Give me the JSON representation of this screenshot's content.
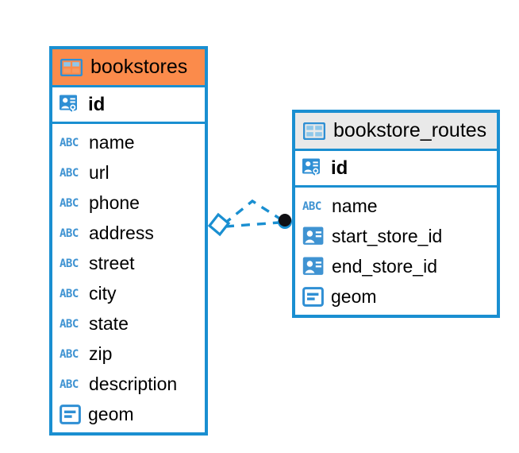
{
  "diagram": {
    "type": "entity-relationship-diagram",
    "background": "#ffffff",
    "accent_color": "#1a8fd1",
    "entities": [
      {
        "name": "bookstores",
        "header_color": "#fb8b4b",
        "header_icon": "table-icon",
        "primary_key": {
          "label": "id",
          "icon": "primary-key-icon"
        },
        "fields": [
          {
            "label": "name",
            "icon": "abc-text-icon"
          },
          {
            "label": "url",
            "icon": "abc-text-icon"
          },
          {
            "label": "phone",
            "icon": "abc-text-icon"
          },
          {
            "label": "address",
            "icon": "abc-text-icon"
          },
          {
            "label": "street",
            "icon": "abc-text-icon"
          },
          {
            "label": "city",
            "icon": "abc-text-icon"
          },
          {
            "label": "state",
            "icon": "abc-text-icon"
          },
          {
            "label": "zip",
            "icon": "abc-text-icon"
          },
          {
            "label": "description",
            "icon": "abc-text-icon"
          },
          {
            "label": "geom",
            "icon": "geometry-icon"
          }
        ]
      },
      {
        "name": "bookstore_routes",
        "header_color": "#e9e9e9",
        "header_icon": "table-icon",
        "primary_key": {
          "label": "id",
          "icon": "primary-key-icon"
        },
        "fields": [
          {
            "label": "name",
            "icon": "abc-text-icon"
          },
          {
            "label": "start_store_id",
            "icon": "foreign-key-icon"
          },
          {
            "label": "end_store_id",
            "icon": "foreign-key-icon"
          },
          {
            "label": "geom",
            "icon": "geometry-icon"
          }
        ]
      }
    ],
    "relationship": {
      "from": "bookstores",
      "to": "bookstore_routes",
      "line_style": "dashed",
      "line_color": "#1a8fd1",
      "source_marker": "diamond-marker",
      "target_marker": "filled-circle-marker"
    }
  }
}
